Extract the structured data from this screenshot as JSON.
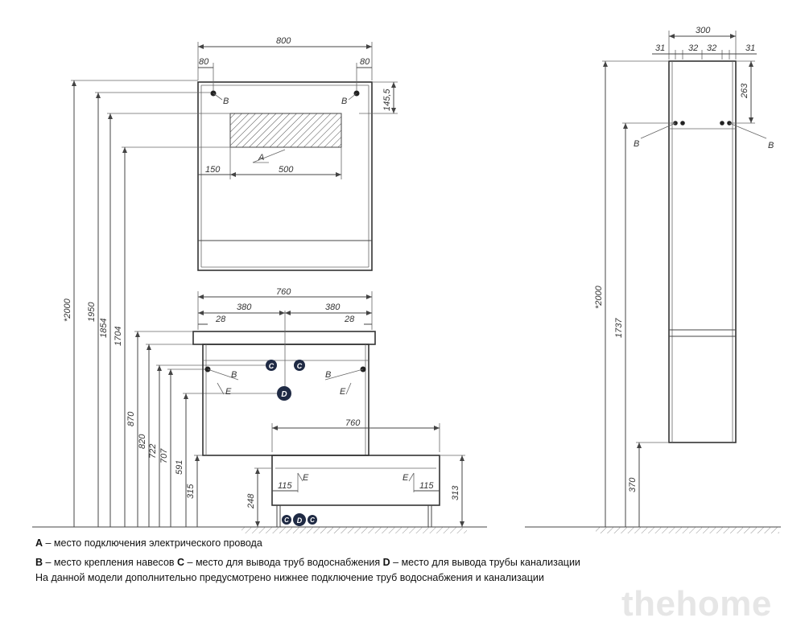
{
  "top_view": {
    "width": "800",
    "left_offset": "80",
    "right_offset": "80",
    "hang_height": "145,5",
    "offset_150": "150",
    "zone_width": "500",
    "label_a": "A",
    "label_b_left": "B",
    "label_b_right": "B"
  },
  "left_heights": [
    "*2000",
    "1950",
    "1854",
    "1704",
    "870",
    "820",
    "722",
    "707",
    "591",
    "315"
  ],
  "vanity": {
    "top_width": "760",
    "half_left": "380",
    "half_right": "380",
    "edge_left": "28",
    "edge_right": "28",
    "label_b_left": "B",
    "label_b_right": "B",
    "label_c": "C",
    "label_d": "D",
    "label_e_left": "E",
    "label_e_right": "E"
  },
  "floor_unit": {
    "width": "760",
    "left_offset": "115",
    "right_offset": "115",
    "height_left": "248",
    "height_right": "313",
    "label_e_left": "E",
    "label_e_right": "E",
    "floor_c": "C",
    "floor_d": "D"
  },
  "side_view": {
    "width": "300",
    "seg1": "31",
    "seg2": "32",
    "seg3": "32",
    "seg4": "31",
    "top_gap": "263",
    "height_total": "*2000",
    "height_1737": "1737",
    "height_370": "370",
    "label_b_left": "B",
    "label_b_right": "B"
  },
  "legend": {
    "line1_key": "A",
    "line1_text": " – место подключения электрического провода",
    "line2_key1": "B",
    "line2_text1": " – место крепления навесов  ",
    "line2_key2": "C",
    "line2_text2": " – место для вывода труб водоснабжения   ",
    "line2_key3": "D",
    "line2_text3": " – место для вывода трубы канализации",
    "line3_text": "На данной модели дополнительно предусмотрено нижнее подключение труб водоснабжения и канализации"
  },
  "watermark": "thehome"
}
